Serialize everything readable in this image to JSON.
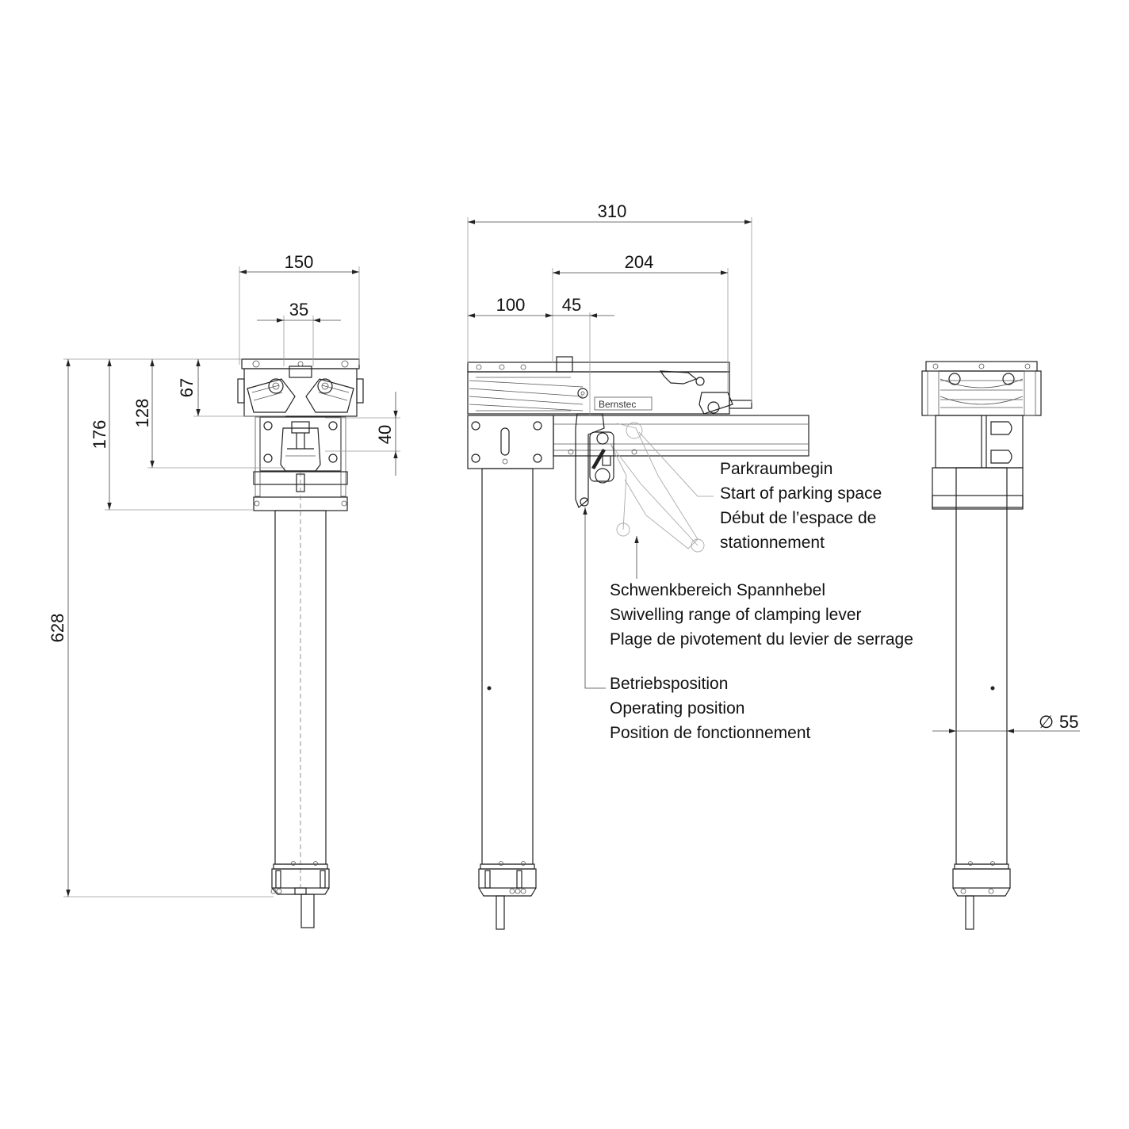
{
  "dimensions": {
    "width_150": "150",
    "width_35": "35",
    "height_67": "67",
    "height_128": "128",
    "height_176": "176",
    "height_40": "40",
    "height_628": "628",
    "length_310": "310",
    "length_204": "204",
    "length_100": "100",
    "length_45": "45",
    "diameter_55": "55",
    "diameter_symbol": "∅"
  },
  "annotations": {
    "parking_start": [
      "Parkraumbegin",
      "Start of parking space",
      "Début de l’espace de",
      "stationnement"
    ],
    "swivel_range": [
      "Schwenkbereich Spannhebel",
      "Swivelling range of clamping lever",
      "Plage de pivotement du levier de serrage"
    ],
    "operating_position": [
      "Betriebsposition",
      "Operating position",
      "Position de fonctionnement"
    ]
  },
  "brand_mark": "Bernstec"
}
